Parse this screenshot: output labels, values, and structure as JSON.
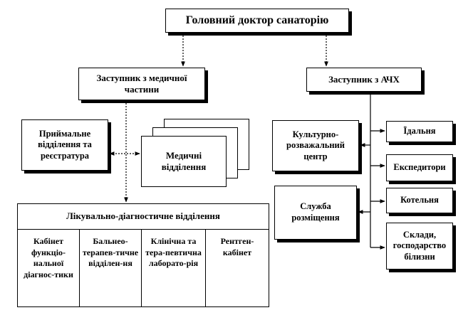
{
  "chief": "Головний доктор санаторію",
  "deputy_medical": "Заступник з медичної частини",
  "deputy_ahch": "Заступник з АЧХ",
  "reception": "Приймальне відділення та реєстратура",
  "medical_departments": "Медичні відділення",
  "diagnostic_department": {
    "title": "Лікувально-діагностичне відділення",
    "units": [
      "Кабінет функціо-нальної діагнос-тики",
      "Бальнео-терапев-тичне відділен-ня",
      "Клінічна та тера-певтична лаборато-рія",
      "Рентген-кабінет"
    ]
  },
  "cultural_center": "Культурно-розважальний центр",
  "accommodation_service": "Служба розміщення",
  "dining_hall": "Їдальня",
  "forwarders": "Експедитори",
  "boiler_room": "Котельня",
  "warehouses": "Склади, господарство білизни"
}
